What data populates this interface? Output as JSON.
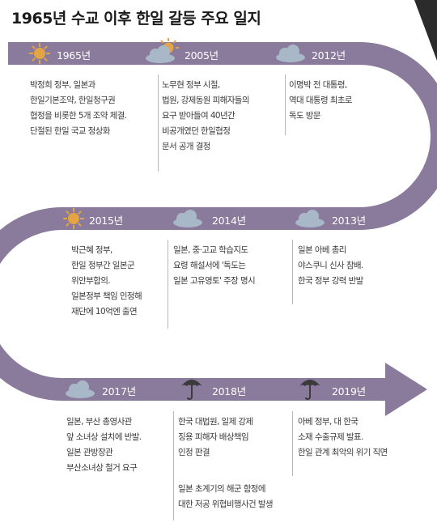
{
  "title": "1965년 수교 이후 한일 갈등 주요 일지",
  "colors": {
    "track": "#8a7a9b",
    "sun": "#e3a446",
    "cloud": "#a8b8c8",
    "umbrella": "#3b3b3b",
    "corner": "#2b2b2b"
  },
  "row1": {
    "year_1965": "1965년",
    "icon_1965": "sun-icon",
    "text_1965": [
      "박정희 정부, 일본과",
      "한일기본조약, 한일청구권",
      "협정을 비롯한 5개 조약 체결.",
      "단절된 한일 국교 정상화"
    ],
    "year_2005": "2005년",
    "icon_2005": "sun-behind-cloud-icon",
    "text_2005": [
      "노무현 정부 시절,",
      "법원, 강제동원 피해자들의",
      "요구 받아들여 40년간",
      "비공개였던 한일협정",
      "문서 공개 결정"
    ],
    "year_2012": "2012년",
    "icon_2012": "cloud-icon",
    "text_2012": [
      "이명박 전 대통령,",
      "역대 대통령 최초로",
      "독도 방문"
    ]
  },
  "row2": {
    "year_2015": "2015년",
    "icon_2015": "sun-icon",
    "text_2015": [
      "박근혜 정부,",
      "한일 정부간 일본군",
      "위안부합의.",
      "일본정부 책임 인정해",
      "재단에 10억엔 출연"
    ],
    "year_2014": "2014년",
    "icon_2014": "cloud-icon",
    "text_2014": [
      "일본, 중·고교 학습지도",
      "요령 해설서에 '독도는",
      "일본 고유영토' 주장 명시"
    ],
    "year_2013": "2013년",
    "icon_2013": "cloud-icon",
    "text_2013": [
      "일본 아베 총리",
      "야스쿠니 신사 참배.",
      "한국 정부 강력 반발"
    ]
  },
  "row3": {
    "year_2017": "2017년",
    "icon_2017": "cloud-icon",
    "text_2017": [
      "일본, 부산 총영사관",
      "앞 소녀상 설치에 반발.",
      "일본 관방장관",
      "부산소녀상 철거 요구"
    ],
    "year_2018": "2018년",
    "icon_2018": "umbrella-icon",
    "text_2018a": [
      "한국 대법원, 일제 강제",
      "징용 피해자 배상책임",
      "인정 판결"
    ],
    "text_2018b": [
      "일본 초계기의 해군 함정에",
      "대한 저공 위협비행사건 발생"
    ],
    "year_2019": "2019년",
    "icon_2019": "umbrella-icon",
    "text_2019": [
      "아베 정부, 대 한국",
      "소재 수출규제 발표.",
      "한일 관계 최악의 위기 직면"
    ]
  }
}
